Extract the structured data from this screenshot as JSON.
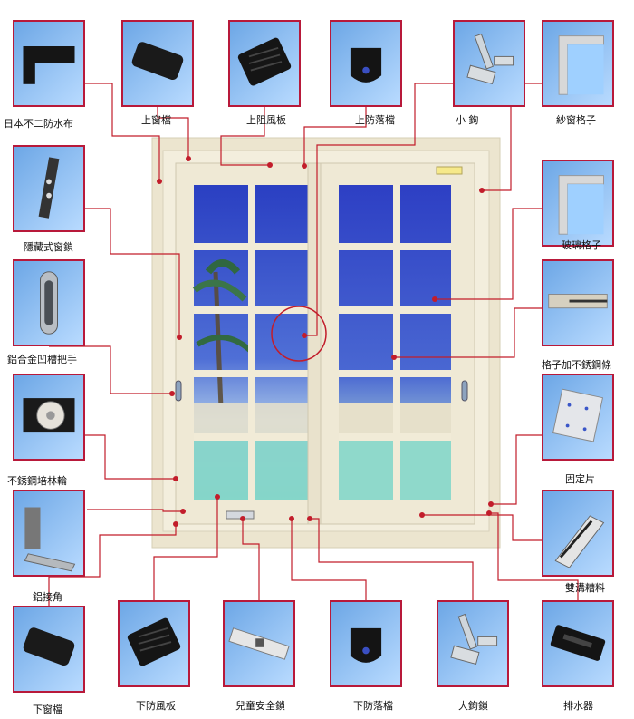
{
  "colors": {
    "leader": "#c21d2b",
    "frame": "#ede7d3",
    "glass": "#2f4fc7",
    "thumb_border": "#b8193a"
  },
  "parts": [
    {
      "id": "p1",
      "label": "日本不二防水布",
      "icon": "fabric-icon"
    },
    {
      "id": "p2",
      "label": "上窗檔",
      "icon": "block-icon"
    },
    {
      "id": "p3",
      "label": "上阻風板",
      "icon": "wind-plate-icon"
    },
    {
      "id": "p4",
      "label": "上防落檔",
      "icon": "stopper-icon"
    },
    {
      "id": "p5",
      "label": "小  鉤",
      "icon": "hook-icon"
    },
    {
      "id": "p6",
      "label": "紗窗格子",
      "icon": "corner-frame-icon"
    },
    {
      "id": "p7",
      "label": "隱藏式窗鎖",
      "icon": "lock-icon"
    },
    {
      "id": "p8",
      "label": "玻璃格子",
      "icon": "corner-frame-icon"
    },
    {
      "id": "p9",
      "label": "鋁合金凹槽把手",
      "icon": "handle-icon"
    },
    {
      "id": "p10",
      "label": "格子加不銹鋼條",
      "icon": "bar-icon"
    },
    {
      "id": "p11",
      "label": "不銹鋼培林輪",
      "icon": "roller-icon"
    },
    {
      "id": "p12",
      "label": "固定片",
      "icon": "plate-icon"
    },
    {
      "id": "p13",
      "label": "鋁接角",
      "icon": "angle-icon"
    },
    {
      "id": "p14",
      "label": "雙溝糟料",
      "icon": "channel-icon"
    },
    {
      "id": "p15",
      "label": "下窗檔",
      "icon": "block-icon"
    },
    {
      "id": "p16",
      "label": "下防風板",
      "icon": "wind-plate-icon"
    },
    {
      "id": "p17",
      "label": "兒童安全鎖",
      "icon": "safety-lock-icon"
    },
    {
      "id": "p18",
      "label": "下防落檔",
      "icon": "stopper-icon"
    },
    {
      "id": "p19",
      "label": "大鉤鎖",
      "icon": "hook-icon"
    },
    {
      "id": "p20",
      "label": "排水器",
      "icon": "drain-icon"
    }
  ],
  "window_label": "——"
}
